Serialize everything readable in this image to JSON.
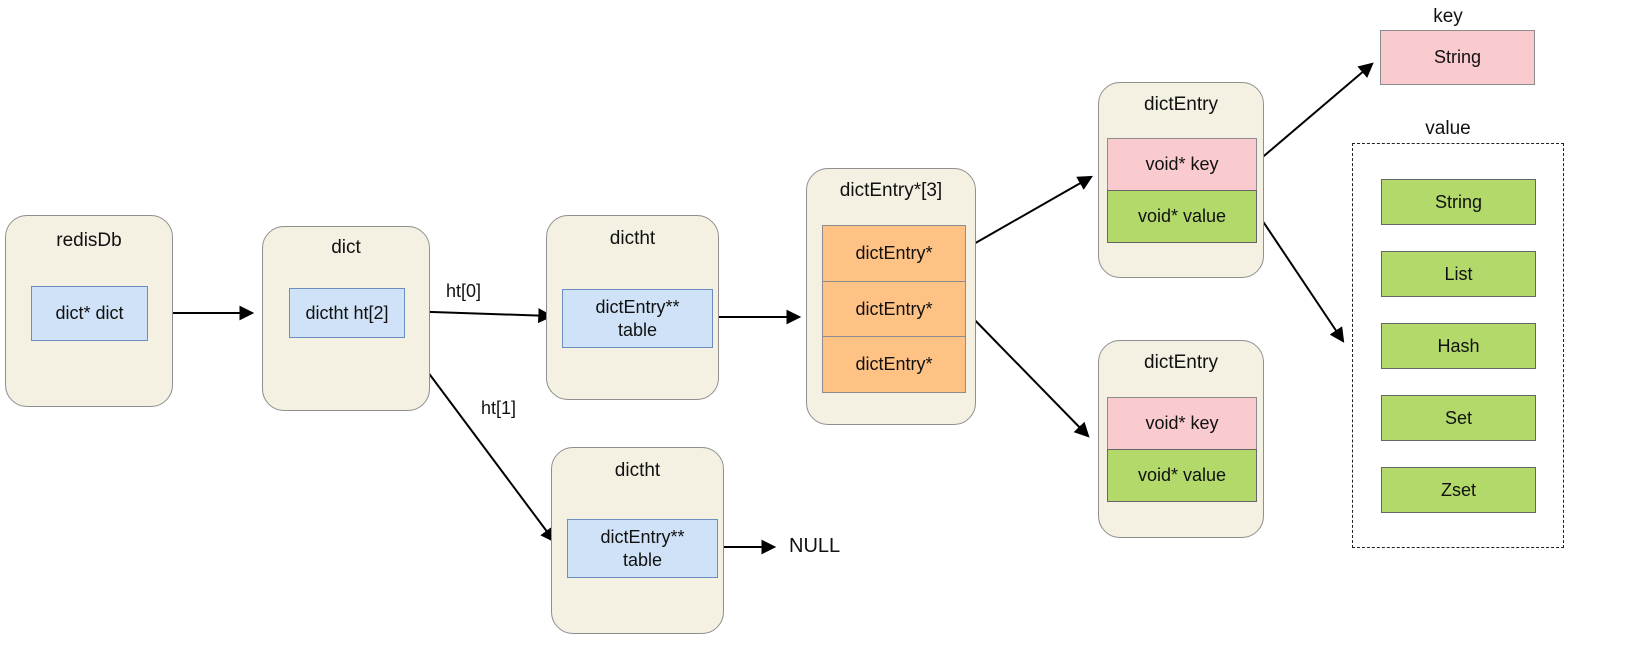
{
  "colors": {
    "canvas_bg": "#ffffff",
    "container_fill": "#f4f0e2",
    "container_border": "#8f8f8f",
    "blue_fill": "#cfe2f7",
    "blue_border": "#6c8ebf",
    "orange_fill": "#ffc285",
    "orange_border": "#8c8c8c",
    "pink_fill": "#f9cbce",
    "pink_border": "#8c8c8c",
    "green_fill": "#b2d96a",
    "green_border": "#666666",
    "arrow_color": "#000000"
  },
  "nodes": {
    "redisdb": {
      "title": "redisDb",
      "field": "dict* dict"
    },
    "dict": {
      "title": "dict",
      "field": "dictht ht[2]"
    },
    "dictht_top": {
      "title": "dictht",
      "field": "dictEntry**\ntable"
    },
    "dictht_bottom": {
      "title": "dictht",
      "field": "dictEntry**\ntable"
    },
    "dict_entry_array": {
      "title": "dictEntry*[3]",
      "slots": [
        "dictEntry*",
        "dictEntry*",
        "dictEntry*"
      ]
    },
    "dict_entry_top": {
      "title": "dictEntry",
      "key_field": "void* key",
      "value_field": "void* value"
    },
    "dict_entry_bottom": {
      "title": "dictEntry",
      "key_field": "void* key",
      "value_field": "void* value"
    },
    "key_group": {
      "label": "key",
      "box": "String"
    },
    "value_group": {
      "label": "value",
      "items": [
        "String",
        "List",
        "Hash",
        "Set",
        "Zset"
      ]
    }
  },
  "edge_labels": {
    "ht0": "ht[0]",
    "ht1": "ht[1]",
    "null_label": "NULL"
  }
}
